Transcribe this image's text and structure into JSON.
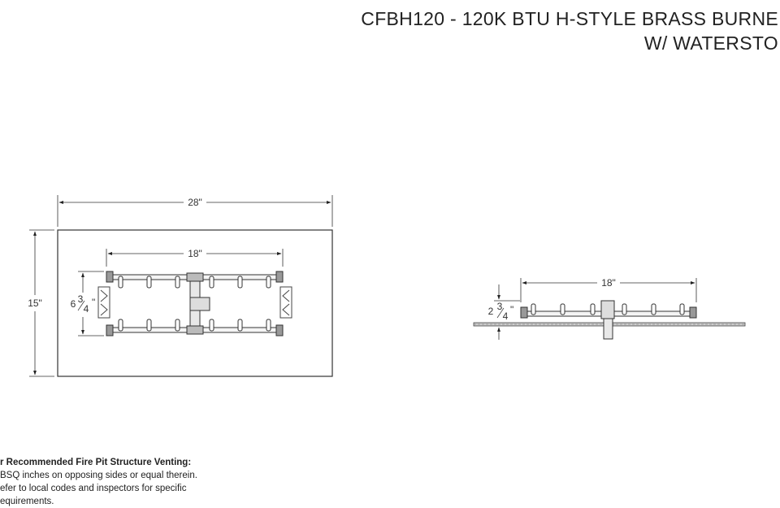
{
  "title": {
    "line1": "CFBH120 - 120K BTU H-STYLE BRASS BURNE",
    "line2": "W/ WATERSTO"
  },
  "top_view": {
    "width_label": "28\"",
    "height_label": "15\"",
    "burner_length_label": "18\"",
    "burner_spacing_whole": "6",
    "burner_spacing_num": "3",
    "burner_spacing_den": "4"
  },
  "side_view": {
    "burner_length_label": "18\"",
    "height_whole": "2",
    "height_num": "3",
    "height_den": "4"
  },
  "venting_note": {
    "heading": "r Recommended Fire Pit Structure Venting:",
    "line1": "BSQ inches on opposing sides or equal therein.",
    "line2": "efer to local codes and inspectors for specific",
    "line3": "equirements."
  }
}
